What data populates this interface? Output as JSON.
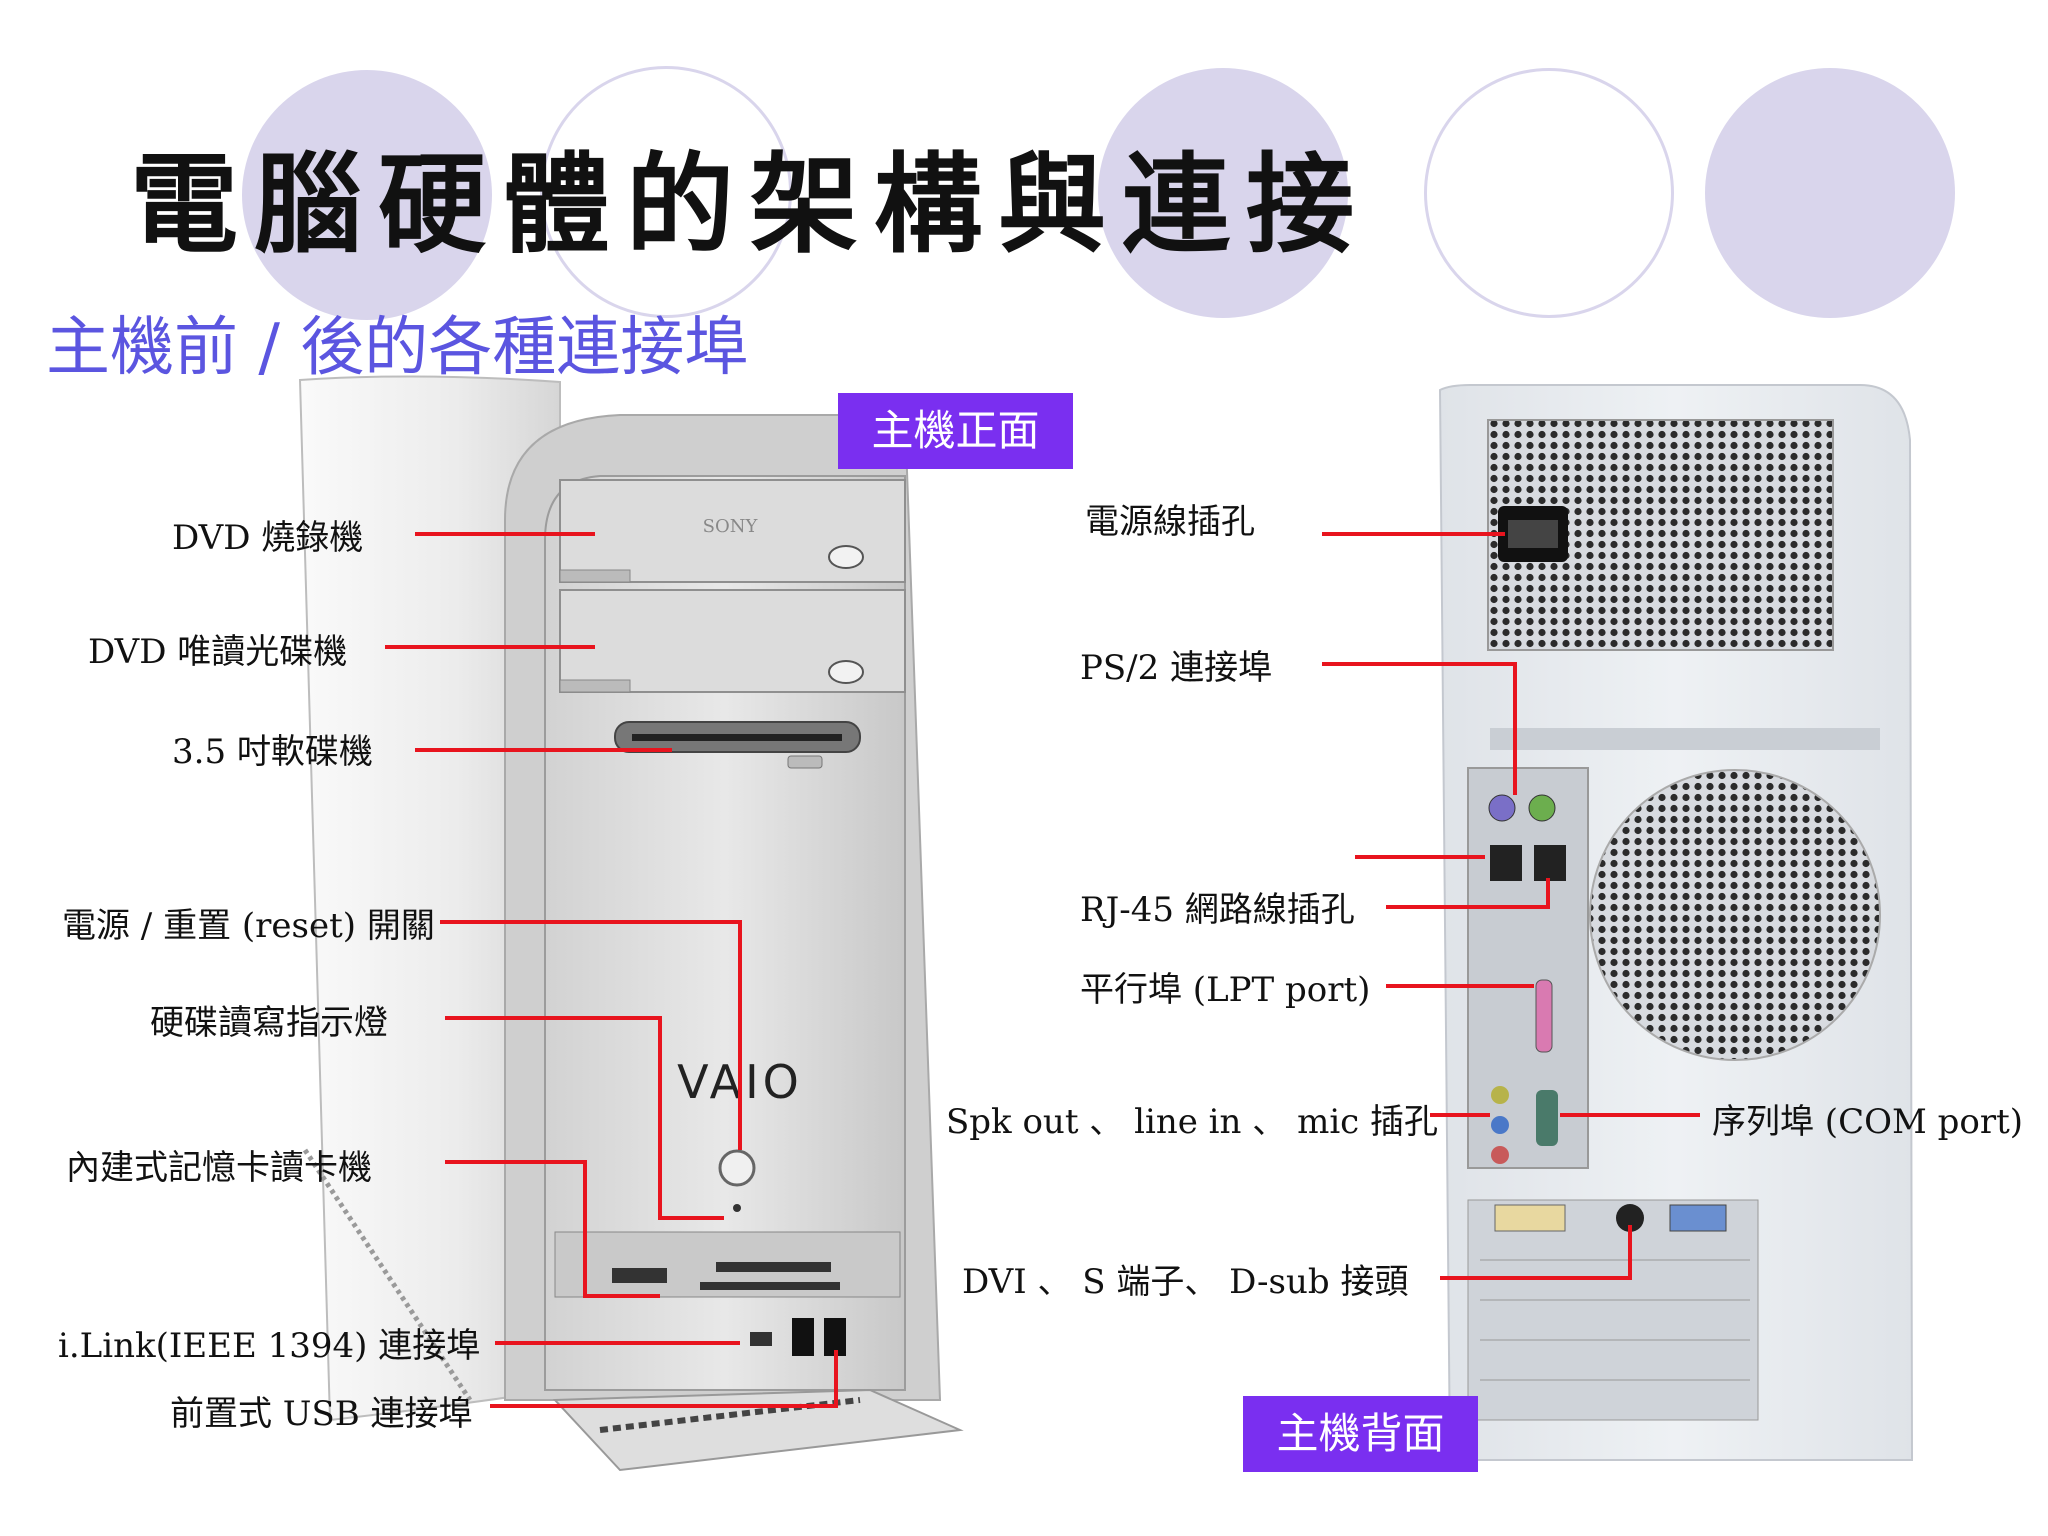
{
  "title": "電腦硬體的架構與連接",
  "subtitle": "主機前 / 後的各種連接埠",
  "front_tag": "主機正面",
  "back_tag": "主機背面",
  "front_brand": "SONY",
  "front_logo": "VAIO",
  "front_labels": {
    "dvd_burner": "DVD 燒錄機",
    "dvd_rom": "DVD 唯讀光碟機",
    "floppy": "3.5 吋軟碟機",
    "power_reset": "電源 / 重置 (reset) 開關",
    "hdd_led": "硬碟讀寫指示燈",
    "card_reader": "內建式記憶卡讀卡機",
    "ilink": "i.Link(IEEE 1394) 連接埠",
    "front_usb": "前置式 USB 連接埠"
  },
  "back_labels": {
    "power_socket": "電源線插孔",
    "ps2": "PS/2 連接埠",
    "rj45": "RJ-45 網路線插孔",
    "lpt": "平行埠 (LPT port)",
    "audio": "Spk out 、 line in 、 mic 插孔",
    "com": "序列埠 (COM port)",
    "video": "DVI 、 S 端子、 D-sub 接頭"
  },
  "colors": {
    "accent": "#7a2ff0",
    "subtitle": "#5b55e0",
    "callout": "#e8141e",
    "deco": "#d9d5ec"
  }
}
